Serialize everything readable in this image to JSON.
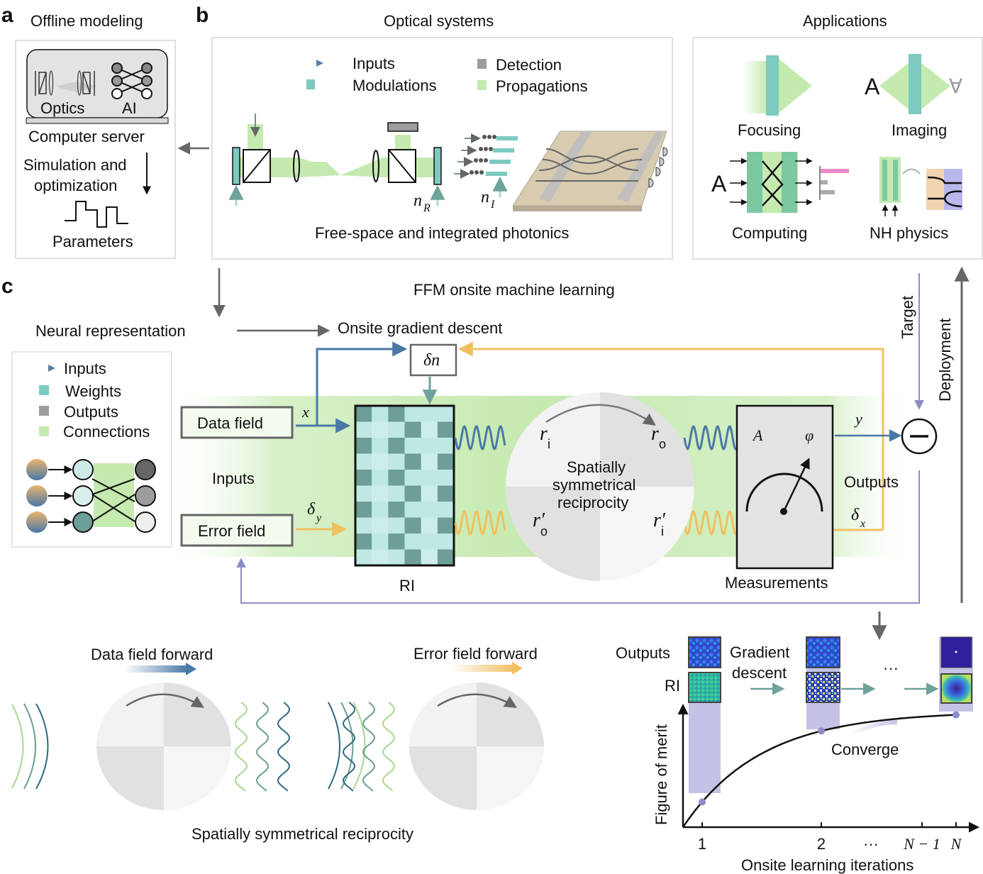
{
  "panels": {
    "a": {
      "letter": "a",
      "title": "Offline modeling",
      "optics_label": "Optics",
      "ai_label": "AI",
      "server_label": "Computer server",
      "sim_line1": "Simulation and",
      "sim_line2": "optimization",
      "params_label": "Parameters"
    },
    "b": {
      "letter": "b",
      "title": "Optical systems",
      "legend": {
        "inputs": "Inputs",
        "modulations": "Modulations",
        "detection": "Detection",
        "propagations": "Propagations"
      },
      "n_r": "n",
      "n_r_sub": "R",
      "n_i": "n",
      "n_i_sub": "I",
      "caption": "Free-space and integrated photonics"
    },
    "apps": {
      "title": "Applications",
      "focusing": "Focusing",
      "imaging": "Imaging",
      "imaging_letter": "A",
      "imaging_flipped": "∀",
      "computing": "Computing",
      "computing_letter": "A",
      "nh_physics": "NH physics"
    },
    "c": {
      "letter": "c",
      "title": "FFM onsite machine learning",
      "neural_rep": "Neural representation",
      "onsite_gd": "Onsite gradient descent",
      "legend": {
        "inputs": "Inputs",
        "weights": "Weights",
        "outputs": "Outputs",
        "connections": "Connections"
      },
      "data_field": "Data field",
      "error_field": "Error field",
      "inputs_label": "Inputs",
      "x": "x",
      "delta": "δ",
      "y_sub": "y",
      "dn": "δn",
      "ri": "RI",
      "r_i": "r",
      "r_i_sub": "i",
      "r_o": "r",
      "r_o_sub": "o",
      "r_o_p": "r′",
      "r_i_p": "r′",
      "ssr_line1": "Spatially",
      "ssr_line2": "symmetrical",
      "ssr_line3": "reciprocity",
      "amp": "A",
      "phase": "φ",
      "measurements": "Measurements",
      "y": "y",
      "outputs_label": "Outputs",
      "x_sub": "x",
      "target": "Target",
      "deployment": "Deployment",
      "minus": "−"
    },
    "bottom": {
      "data_forward": "Data field forward",
      "error_forward": "Error field forward",
      "caption": "Spatially symmetrical reciprocity"
    }
  },
  "colors": {
    "teal": "#7ccac0",
    "green": "#c5eab0",
    "gray": "#9d9d9d",
    "blue": "#4a78a6",
    "orange": "#f0c060",
    "purple": "#8e8cc8",
    "lavender": "#c4c3e6"
  },
  "chart_data": {
    "type": "line",
    "title": "",
    "xlabel": "Onsite learning iterations",
    "ylabel": "Figure of merit",
    "x_ticks": [
      "1",
      "2",
      "···",
      "N − 1",
      "N"
    ],
    "series": [
      {
        "name": "Figure of merit",
        "shape": "saturating",
        "points": [
          {
            "x": "1",
            "y": 0.23
          },
          {
            "x": "2",
            "y": 0.78
          },
          {
            "x": "N",
            "y": 0.95
          }
        ]
      }
    ],
    "annotations": {
      "outputs": "Outputs",
      "ri": "RI",
      "gd_line1": "Gradient",
      "gd_line2": "descent",
      "ellipsis": "···",
      "converge": "Converge"
    }
  }
}
